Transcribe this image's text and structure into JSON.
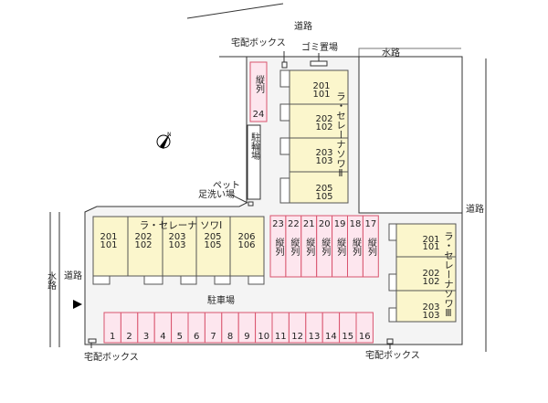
{
  "labels": {
    "road_top": "道路",
    "road_right": "道路",
    "road_left": "道路",
    "waterway_top": "水路",
    "waterway_left": "水路",
    "delivery_box_top": "宅配ボックス",
    "delivery_box_bottom_left": "宅配ボックス",
    "delivery_box_bottom_right": "宅配ボックス",
    "garbage": "ゴミ置場",
    "bicycle": "駐輪場",
    "pet_line1": "ペット",
    "pet_line2": "足洗い場",
    "parking": "駐車場",
    "north": "N"
  },
  "building_1": {
    "name": "ラ・セレーナ ソワⅠ",
    "units": [
      [
        "201",
        "101"
      ],
      [
        "202",
        "102"
      ],
      [
        "203",
        "103"
      ],
      [
        "205",
        "105"
      ],
      [
        "206",
        "106"
      ]
    ]
  },
  "building_2": {
    "name": "ラ・セレーナソワⅡ",
    "units": [
      [
        "201",
        "101"
      ],
      [
        "202",
        "102"
      ],
      [
        "203",
        "103"
      ],
      [
        "205",
        "105"
      ]
    ]
  },
  "building_3": {
    "name": "ラ・セレーナソワⅢ",
    "units": [
      [
        "201",
        "101"
      ],
      [
        "202",
        "102"
      ],
      [
        "203",
        "103"
      ]
    ]
  },
  "parking_bottom": [
    "1",
    "2",
    "3",
    "4",
    "5",
    "6",
    "7",
    "8",
    "9",
    "10",
    "11",
    "12",
    "13",
    "14",
    "15",
    "16"
  ],
  "parking_vertical": [
    "23",
    "22",
    "21",
    "20",
    "19",
    "18",
    "17"
  ],
  "parking_vertical_label": "縦列",
  "parking_24": {
    "number": "24",
    "label": "縦列"
  },
  "colors": {
    "building": "#fbf6cc",
    "parking": "#fde6ee",
    "parking_border": "#d9546e",
    "site": "#f4f4f4"
  }
}
